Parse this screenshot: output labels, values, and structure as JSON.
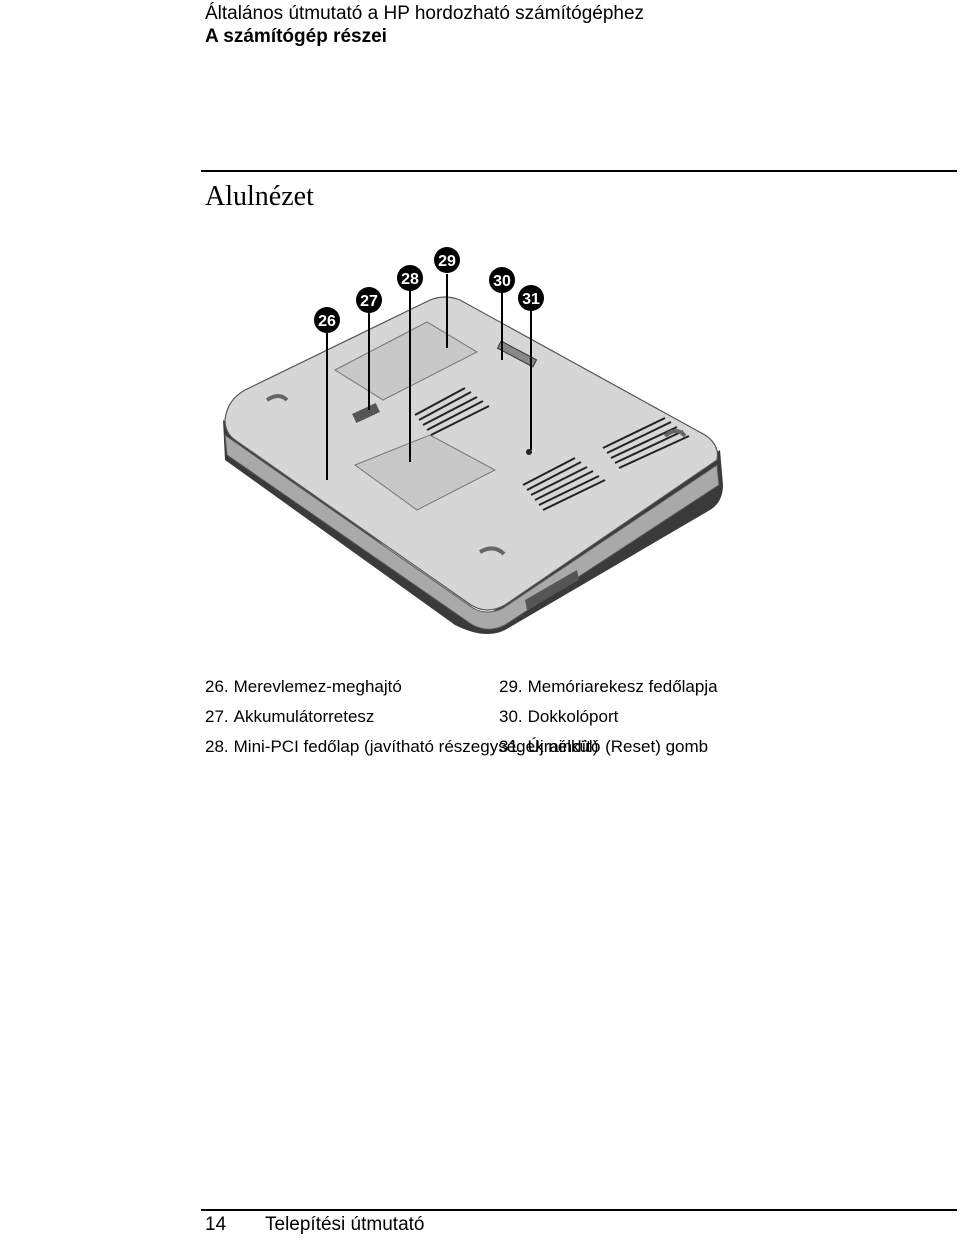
{
  "header": {
    "line1": "Általános útmutató a HP hordozható számítógéphez",
    "line2": "A számítógép részei"
  },
  "section_title": "Alulnézet",
  "figure": {
    "callouts": [
      "26",
      "27",
      "28",
      "29",
      "30",
      "31"
    ]
  },
  "legend": {
    "left": [
      {
        "num": "26.",
        "text": "Merevlemez-meghajtó"
      },
      {
        "num": "27.",
        "text": "Akkumulátorretesz"
      },
      {
        "num": "28.",
        "text": "Mini-PCI fedőlap (javítható részegységek nélkül)"
      }
    ],
    "right": [
      {
        "num": "29.",
        "text": "Memóriarekesz fedőlapja"
      },
      {
        "num": "30.",
        "text": "Dokkolóport"
      },
      {
        "num": "31.",
        "text": "Újraindító (Reset) gomb"
      }
    ]
  },
  "footer": {
    "page_number": "14",
    "title": "Telepítési útmutató"
  },
  "colors": {
    "text": "#000000",
    "laptop_body": "#d6d6d6",
    "laptop_shade": "#a9a9a9",
    "laptop_dark": "#3a3a3a",
    "callout_bg": "#000000",
    "callout_text": "#ffffff"
  }
}
